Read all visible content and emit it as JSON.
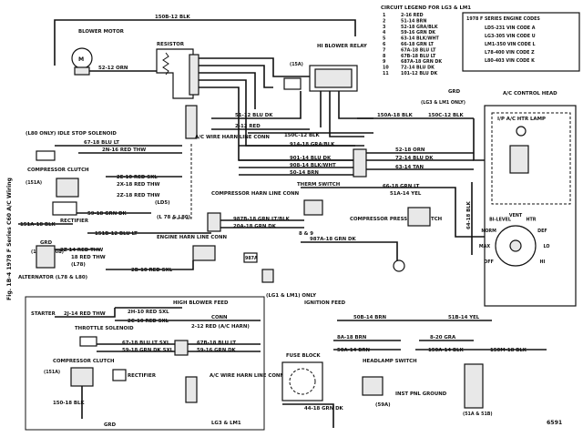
{
  "figure": {
    "side_title": "Fig. 1B-4 1978 F Series C60 A/C Wiring",
    "code": "6591"
  },
  "legend": {
    "title": "CIRCUIT LEGEND FOR LG3 & LM1",
    "rows": [
      [
        "1",
        "2-16 RED"
      ],
      [
        "2",
        "51-14 BRN"
      ],
      [
        "3",
        "52-18 GRA/BLK"
      ],
      [
        "4",
        "59-16 GRN DK"
      ],
      [
        "5",
        "63-14 BLK/WHT"
      ],
      [
        "6",
        "66-18 GRN LT"
      ],
      [
        "7",
        "67A-18 BLU LT"
      ],
      [
        "8",
        "67B-18 BLU LT"
      ],
      [
        "9",
        "687A-18 GRN DK"
      ],
      [
        "10",
        "72-14 BLU DK"
      ],
      [
        "11",
        "101-12 BLU DK"
      ]
    ],
    "codes_title": "1978 F SERIES ENGINE CODES",
    "codes": [
      "LD5-231 VIN CODE A",
      "LG3-305 VIN CODE U",
      "LM1-350 VIN CODE L",
      "L78-400 VIN CODE Z",
      "L80-403 VIN CODE K"
    ]
  },
  "components": {
    "blower_motor": "BLOWER MOTOR",
    "motor_m": "M",
    "resistor": "RESISTOR",
    "hi_blower_relay": "HI BLOWER RELAY",
    "relay_fuse": "(15A)",
    "ac_control_head": "A/C CONTROL HEAD",
    "ip_ac_htr_lamp": "I/P A/C HTR LAMP",
    "idle_solenoid": "(L80 ONLY) IDLE STOP SOLENOID",
    "compressor_clutch": "COMPRESSOR CLUTCH",
    "clutch_fuse": "(151A)",
    "rectifier": "RECTIFIER",
    "ac_wire_harn_conn": "A/C WIRE HARN LINE CONN",
    "compressor_harn_conn": "COMPRESSOR HARN LINE CONN",
    "engine_harn_conn": "ENGINE HARN LINE CONN",
    "therm_switch": "THERM SWITCH",
    "pressure_switch": "COMPRESSOR PRESSURE SWITCH",
    "lg1_lm1_only": "(LG1 & LM1) ONLY",
    "grd": "GRD",
    "grd_note": "(LG3 & LM1 ONLY)",
    "alternator": "ALTERNATOR (L78 & L80)",
    "alt_fuse": "(101A & 10B)",
    "starter": "STARTER",
    "throttle_solenoid": "THROTTLE SOLENOID",
    "compressor_clutch2": "COMPRESSOR CLUTCH",
    "clutch2_fuse": "(151A)",
    "rectifier2": "RECTIFIER",
    "high_blower_feed": "HIGH BLOWER FEED",
    "ac_wire_harn_line_conn2": "A/C WIRE HARN LINE CONN",
    "conn": "CONN",
    "lg3_lm1": "LG3 & LM1",
    "ignition_feed": "IGNITION FEED",
    "fuse_block": "FUSE BLOCK",
    "headlamp_switch": "HEADLAMP SWITCH",
    "inst_pnl_ground": "INST PNL GROUND",
    "conn_51a": "(51A & 51B)",
    "rotary_labels": [
      "OFF",
      "MAX",
      "NORM",
      "BI-LEVEL",
      "VENT",
      "HTR",
      "DEF",
      "LO",
      "HI"
    ]
  },
  "wires": {
    "w150b": "150B-12 BLK",
    "w52": "52-12 ORN",
    "w51": "51-12 BLU DK",
    "w2": "2-12 RED",
    "w150c": "150C-12 BLK",
    "w150a": "150A-18 BLK",
    "w150c2": "150C-12 BLK",
    "w914": "914-18 GRA/BLK",
    "w901": "901-14 BLU DK",
    "w908": "908-14 BLK/WHT",
    "w50": "50-14 BRN",
    "w52b": "52-18 ORN",
    "w72": "72-14 BLU DK",
    "w63": "63-14 TAN",
    "w66": "66-18 GRN LT",
    "w51a": "51A-14 YEL",
    "w64": "64-18 BLK",
    "w67": "67-18 BLU LT",
    "w2n": "2N-16 RED THW",
    "w2e": "2E-10 RED SXL",
    "w2x": "2X-18 RED THW",
    "w2z": "2Z-18 RED THW",
    "w_ld5": "(LD5)",
    "w59": "59-18 GRN DK",
    "w_l78": "(L 78 & L80)",
    "w151a": "151A-18 BLK",
    "w151b": "151B-12 BLU LT",
    "w987b": "987B-18 GRN LT/BLK",
    "w20a": "20A-18 GRN DK",
    "w987a": "987A-18 GRN DK",
    "w987a_box": "987A",
    "w2z14": "2Z 14 RED THW",
    "w18red": "18 RED THW",
    "w_l78b": "(L78)",
    "w2b": "2B-10 RED SXL",
    "w8_9": "8 & 9",
    "w2j": "2J-14 RED THW",
    "w2h": "2H-10 RED SXL",
    "w2c": "2C-10 RED SXL",
    "w2_red_ac": "2-12 RED (A/C HARN)",
    "w67b": "67-18 BLU LT SXL",
    "w59b": "59-18 GRN DK SXL",
    "w67b2": "67B-18 BLU LT",
    "w59_16": "59-16 GRN DK",
    "w150_18": "150-18 BLK",
    "w50b": "50B-14 BRN",
    "w51b": "51B-14 YEL",
    "w8a": "8A-18 BRN",
    "w50a": "50A-14 BRN",
    "w8": "8-20 GRA",
    "w150a14": "150A-14 BLK",
    "w150m": "150M-18 BLK",
    "w44": "44-18 GRN DK",
    "w59a": "(59A)"
  }
}
